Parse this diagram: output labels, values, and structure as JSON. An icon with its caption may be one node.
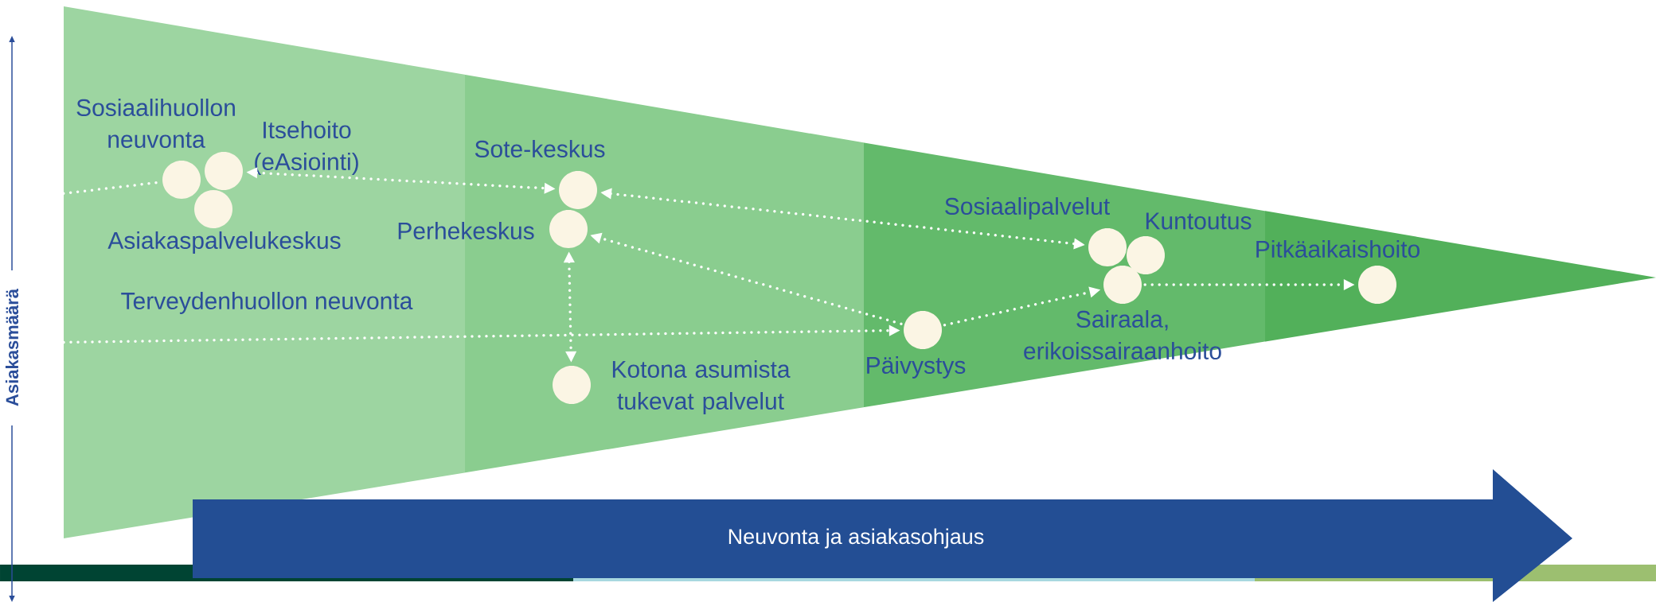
{
  "diagram": {
    "nodes": [
      {
        "text": [
          "Sosiaalihuollon neuvonta"
        ]
      },
      {
        "text": [
          "Itsehoito (eAsiointi)"
        ]
      },
      {
        "text": [
          "Asiakaspalvelukeskus"
        ]
      },
      {
        "text": [
          "Sote-keskus"
        ]
      },
      {
        "text": [
          "Perhekeskus"
        ]
      },
      {
        "text": [
          "Kotona asumista tukevat palvelut"
        ]
      },
      {
        "text": [
          "Päivystys"
        ]
      },
      {
        "text": [
          "Sosiaalipalvelut"
        ]
      },
      {
        "text": [
          "Kuntoutus"
        ]
      },
      {
        "text": [
          "Sairaala, erikoissairaanhoito"
        ]
      },
      {
        "text": [
          "Pitkäaikaishoito"
        ]
      },
      {
        "text": [
          "Neuvonta ja asiakasohjaus"
        ]
      }
    ],
    "edges": [
      {
        "from": null,
        "to": 0,
        "arrow": "none"
      },
      {
        "from": 1,
        "to": 3,
        "arrow": "both"
      },
      {
        "from": 3,
        "to": 7,
        "arrow": "both"
      },
      {
        "from": 6,
        "to": 4,
        "arrow": "to"
      },
      {
        "from": 4,
        "to": 5,
        "arrow": "both"
      },
      {
        "from": null,
        "to": 6,
        "arrow": "to"
      },
      {
        "from": 6,
        "to": 9,
        "arrow": "to"
      },
      {
        "from": 9,
        "to": 10,
        "arrow": "to"
      }
    ],
    "labels": [
      "Asiakasmäärä",
      "Terveydenhuollon neuvonta"
    ]
  }
}
